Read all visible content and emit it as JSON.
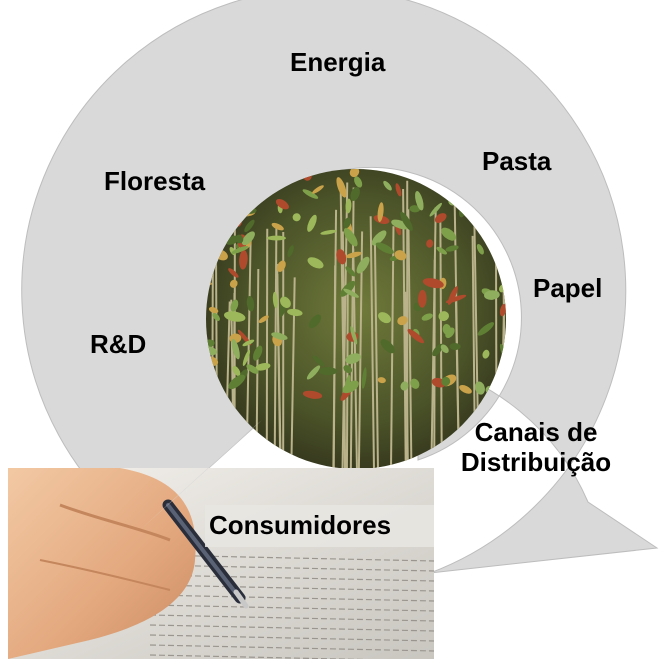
{
  "diagram": {
    "stages": [
      {
        "id": "energia",
        "label": "Energia"
      },
      {
        "id": "pasta",
        "label": "Pasta"
      },
      {
        "id": "papel",
        "label": "Papel"
      },
      {
        "id": "canais",
        "label_line1": "Canais de",
        "label_line2": "Distribuição"
      },
      {
        "id": "consumidores",
        "label": "Consumidores"
      },
      {
        "id": "rd",
        "label": "R&D"
      },
      {
        "id": "floresta",
        "label": "Floresta"
      }
    ],
    "ring_color": "#d9d9d9",
    "photo_plants": "plant-seedlings-photo",
    "photo_writing": "hand-writing-pen-photo"
  }
}
